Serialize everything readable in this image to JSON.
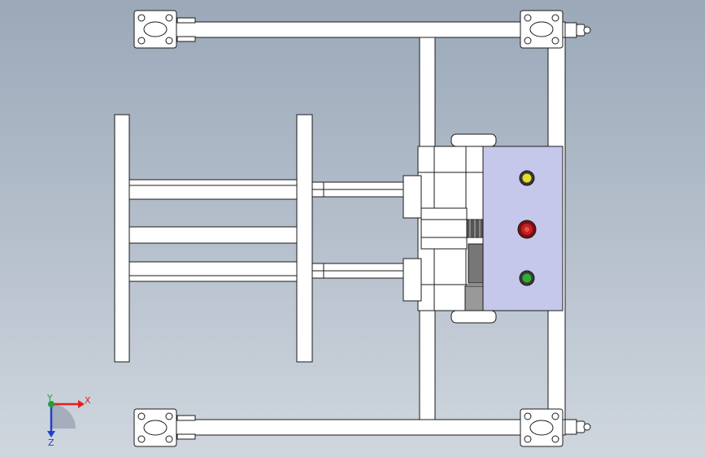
{
  "triad": {
    "x_label": "X",
    "y_label": "Y",
    "z_label": "Z"
  },
  "colors": {
    "background_top": "#9aa8b8",
    "background_bottom": "#cfd6de",
    "frame": "#ffffff",
    "outline": "#1a1a1a",
    "control_panel": "#c5c8ea",
    "button_yellow": "#e8dc2a",
    "button_red": "#c62020",
    "button_green": "#2fae2f",
    "axis_x": "#e02020",
    "axis_y": "#20a040",
    "axis_z": "#2040d0"
  },
  "icons": [
    "caster-wheel-icon",
    "leveling-foot-icon",
    "axis-triad-icon"
  ]
}
